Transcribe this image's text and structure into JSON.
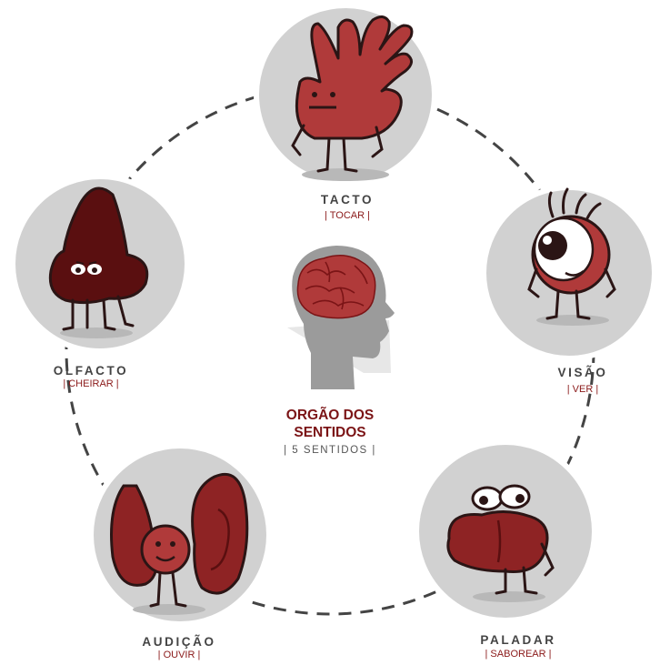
{
  "center": {
    "title_line1": "ORGÃO DOS",
    "title_line2": "SENTIDOS",
    "subtitle": "| 5 SENTIDOS |",
    "icon": "head-with-brain-icon"
  },
  "senses": [
    {
      "id": "tacto",
      "title": "TACTO",
      "subtitle": "| TOCAR |",
      "icon": "hand-character-icon"
    },
    {
      "id": "visao",
      "title": "VISÃO",
      "subtitle": "| VER |",
      "icon": "eye-character-icon"
    },
    {
      "id": "paladar",
      "title": "PALADAR",
      "subtitle": "| SABOREAR |",
      "icon": "tongue-character-icon"
    },
    {
      "id": "audicao",
      "title": "AUDIÇÃO",
      "subtitle": "| OUVIR |",
      "icon": "ear-character-icon"
    },
    {
      "id": "olfacto",
      "title": "OLFACTO",
      "subtitle": "| CHEIRAR |",
      "icon": "nose-character-icon"
    }
  ],
  "colors": {
    "circle_fill": "#d1d1d1",
    "character_red": "#b03a3a",
    "character_dark": "#5a0f10",
    "accent_text": "#7b1416",
    "connector": "#444444"
  }
}
